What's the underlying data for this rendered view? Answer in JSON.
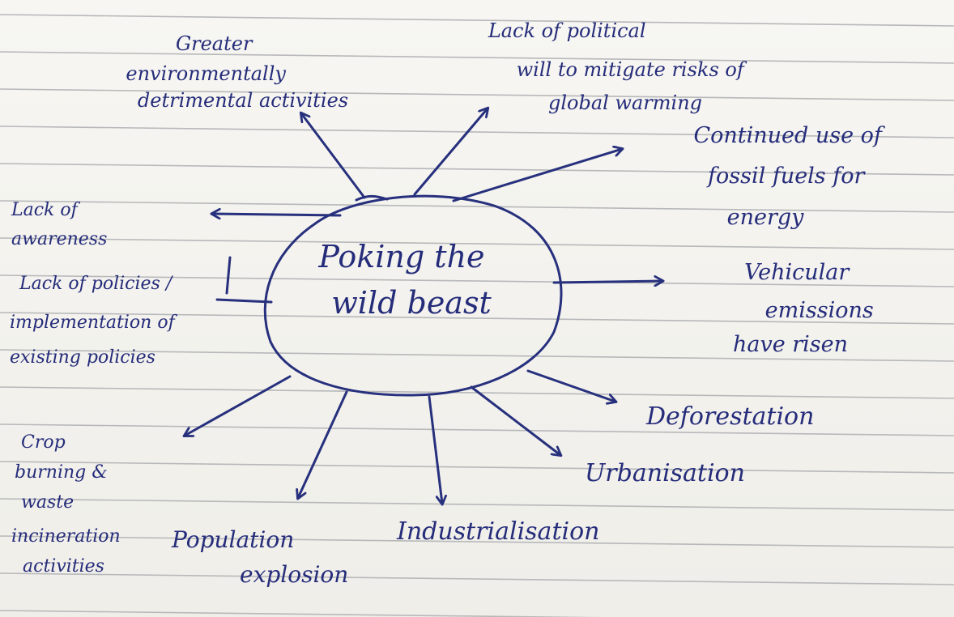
{
  "diagram": {
    "center": [
      "Poking the",
      "wild beast"
    ],
    "nodes": {
      "greater": [
        "Greater",
        "environmentally",
        "detrimental activities"
      ],
      "political": [
        "Lack of political",
        "will to mitigate risks of",
        "global warming"
      ],
      "fossil": [
        "Continued use of",
        "fossil fuels for",
        "energy"
      ],
      "awareness": [
        "Lack of",
        "awareness"
      ],
      "policies": [
        "Lack of policies /",
        "implementation of",
        "existing policies"
      ],
      "vehicular": [
        "Vehicular",
        "emissions",
        "have risen"
      ],
      "deforestation": [
        "Deforestation"
      ],
      "urbanisation": [
        "Urbanisation"
      ],
      "crop": [
        "Crop",
        "burning &",
        "waste",
        "incineration",
        "activities"
      ],
      "population": [
        "Population",
        "explosion"
      ],
      "industrialisation": [
        "Industrialisation"
      ]
    }
  },
  "colors": {
    "ink": "#27307d",
    "paper": "#f4f3ef",
    "rule": "#b7b8ba"
  }
}
